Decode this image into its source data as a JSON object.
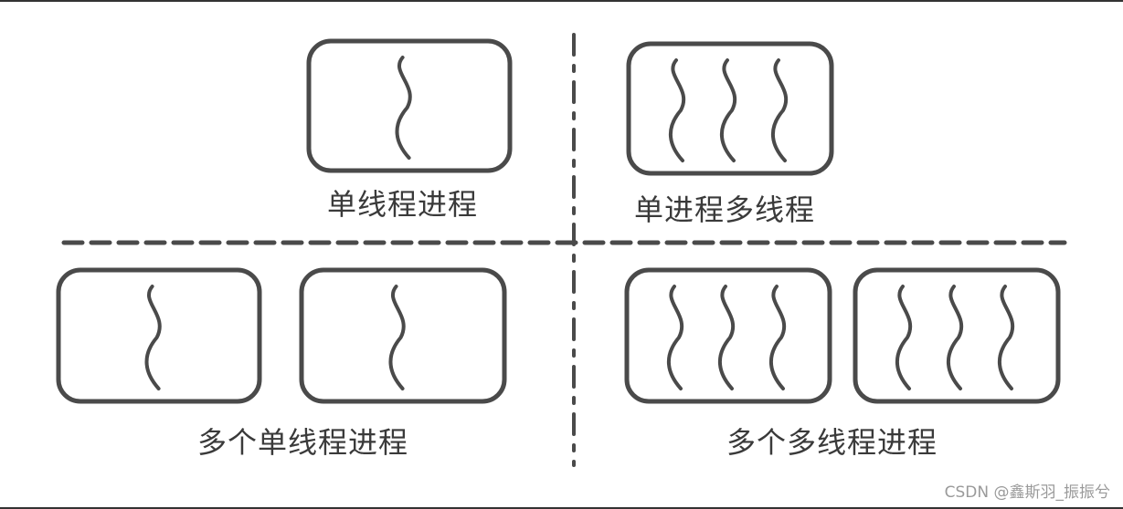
{
  "diagram": {
    "quadrants": [
      {
        "id": "top-left",
        "label": "单线程进程",
        "process_count": 1,
        "threads_per_process": 1
      },
      {
        "id": "top-right",
        "label": "单进程多线程",
        "process_count": 1,
        "threads_per_process": 3
      },
      {
        "id": "bottom-left",
        "label": "多个单线程进程",
        "process_count": 2,
        "threads_per_process": 1
      },
      {
        "id": "bottom-right",
        "label": "多个多线程进程",
        "process_count": 2,
        "threads_per_process": 3
      }
    ]
  },
  "watermark": "CSDN @鑫斯羽_振振兮",
  "colors": {
    "stroke": "#4a4a4a",
    "box_fill": "#ffffff",
    "text": "#3a3a3a"
  }
}
